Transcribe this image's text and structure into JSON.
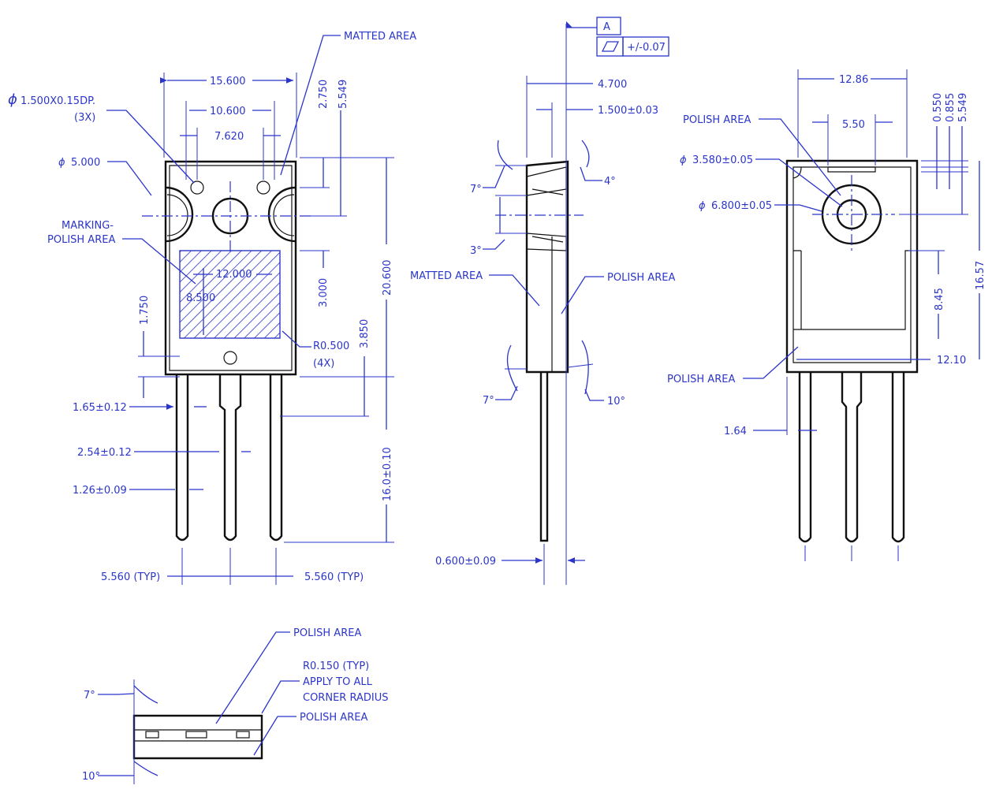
{
  "front_view": {
    "hole_small": "1.500X0.15DP.",
    "hole_small_count": "(3X)",
    "hole_large": "5.000",
    "matted_area": "MATTED AREA",
    "marking_polish_1": "MARKING-",
    "marking_polish_2": "POLISH AREA",
    "dim_15_600": "15.600",
    "dim_10_600": "10.600",
    "dim_7_620": "7.620",
    "dim_2_750": "2.750",
    "dim_5_549": "5.549",
    "dim_12_000": "12.000",
    "dim_8_500": "8.500",
    "dim_3_000": "3.000",
    "dim_20_600": "20.600",
    "dim_1_750": "1.750",
    "dim_3_850": "3.850",
    "radius": "R0.500",
    "radius_count": "(4X)",
    "lead_1_65": "1.65±0.12",
    "lead_2_54": "2.54±0.12",
    "lead_1_26": "1.26±0.09",
    "lead_16_0": "16.0±0.10",
    "pitch_left": "5.560 (TYP)",
    "pitch_right": "5.560 (TYP)"
  },
  "side_view": {
    "datum": "A",
    "flatness": "+/-0.07",
    "dim_4_700": "4.700",
    "dim_1_500": "1.500±0.03",
    "angle_7_top": "7°",
    "angle_4": "4°",
    "angle_3": "3°",
    "matted_area": "MATTED AREA",
    "polish_area": "POLISH AREA",
    "angle_7_bottom": "7°",
    "angle_10": "10°",
    "lead_thickness": "0.600±0.09"
  },
  "back_view": {
    "dim_12_86": "12.86",
    "dim_5_50": "5.50",
    "dim_0_550": "0.550",
    "dim_0_855": "0.855",
    "dim_5_549": "5.549",
    "polish_area_top": "POLISH AREA",
    "dia_3_580": "3.580±0.05",
    "dia_6_800": "6.800±0.05",
    "dim_16_57": "16.57",
    "dim_8_45": "8.45",
    "dim_12_10": "12.10",
    "polish_area_bottom": "POLISH AREA",
    "dim_1_64": "1.64"
  },
  "bottom_view": {
    "polish_area_top": "POLISH AREA",
    "radius_line1": "R0.150 (TYP)",
    "radius_line2": "APPLY TO ALL",
    "radius_line3": "CORNER RADIUS",
    "polish_area_bottom": "POLISH AREA",
    "angle_7": "7°",
    "angle_10": "10°"
  },
  "colors": {
    "dimension": "#2b35c9",
    "outline": "#111111"
  }
}
